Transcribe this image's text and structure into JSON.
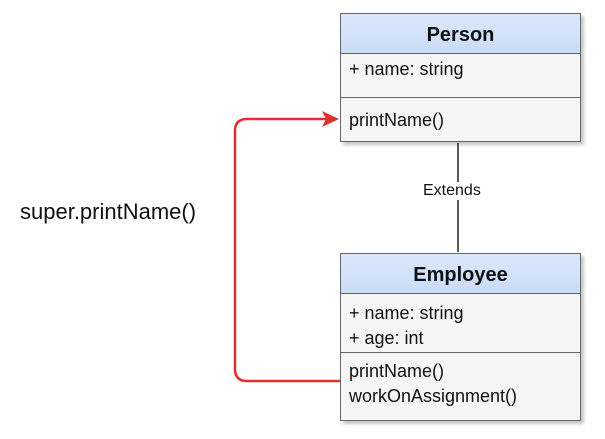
{
  "classes": {
    "person": {
      "name": "Person",
      "attributes": [
        "+ name: string"
      ],
      "methods": [
        "printName()"
      ]
    },
    "employee": {
      "name": "Employee",
      "attributes": [
        "+ name: string",
        "+ age: int"
      ],
      "methods": [
        "printName()",
        "workOnAssignment()"
      ]
    }
  },
  "relations": {
    "inheritance_label": "Extends",
    "super_call_label": "super.printName()"
  },
  "colors": {
    "class_header": "#d4e3f8",
    "class_body": "#f5f5f5",
    "class_border": "#666666",
    "call_arrow": "#e03131",
    "inheritance_line": "#222222"
  }
}
